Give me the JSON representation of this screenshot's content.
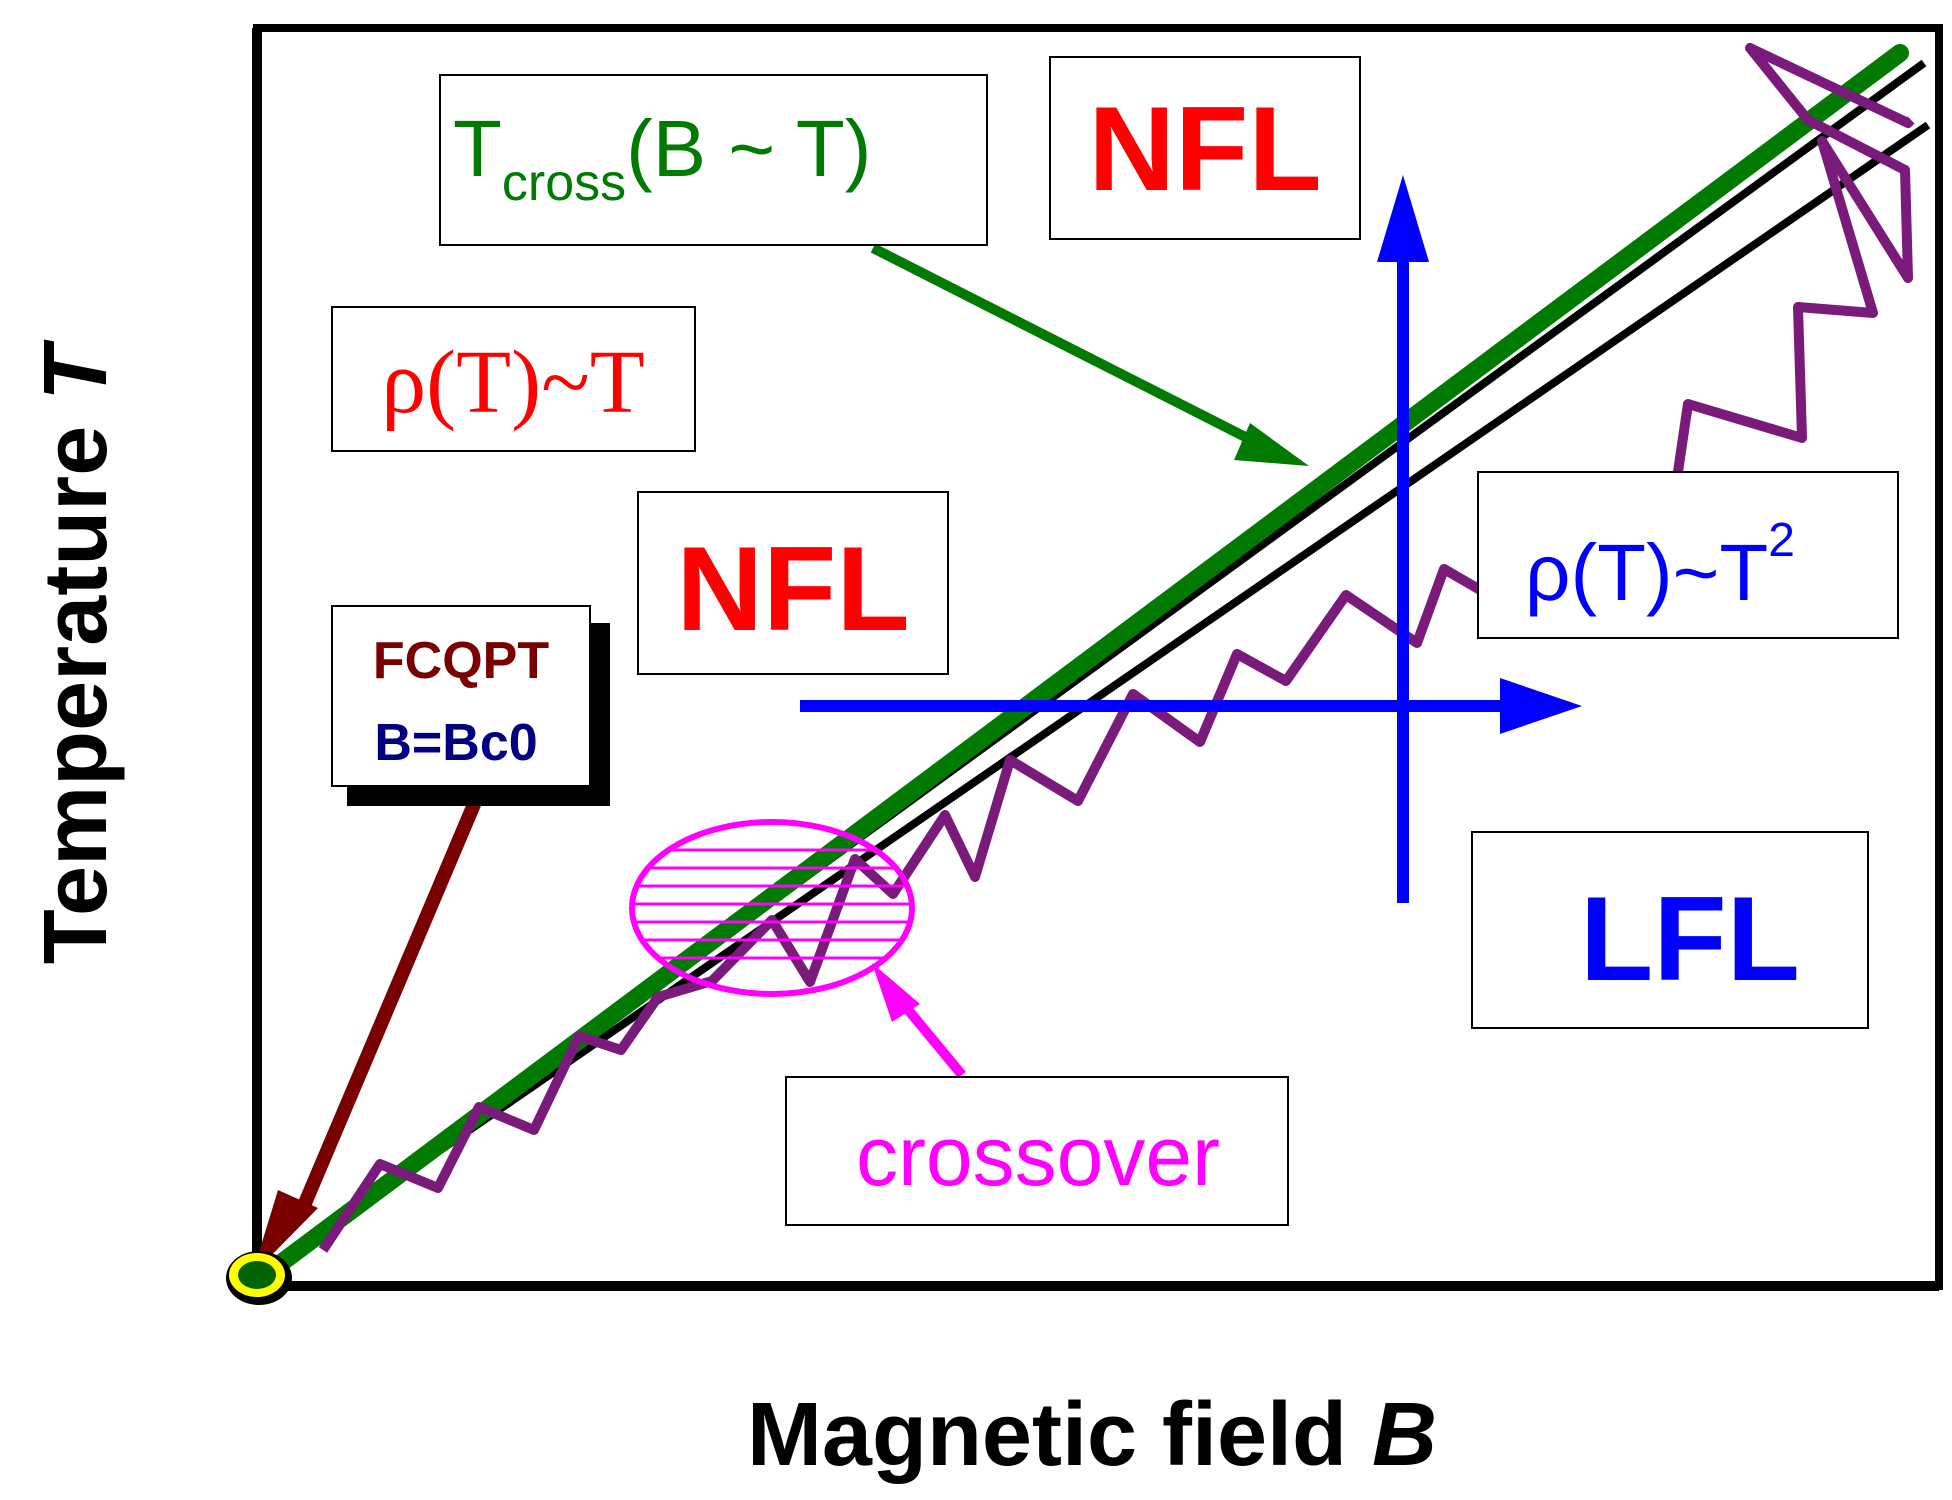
{
  "axes": {
    "y_label_main": "Temperature ",
    "y_label_var": "T",
    "x_label_main": "Magnetic field ",
    "x_label_var": "B"
  },
  "labels": {
    "tcross_main": "T",
    "tcross_sub": "cross",
    "tcross_rest": "(B ~ T)",
    "nfl_top": "NFL",
    "nfl_mid": "NFL",
    "rho_linear": "ρ(T)~T",
    "rho_square_base": "ρ(T)~T",
    "rho_square_exp": "2",
    "fcqpt": "FCQPT",
    "bc0": "B=Bc0",
    "lfl": "LFL",
    "crossover": "crossover"
  },
  "colors": {
    "frame": "#000000",
    "tcross_line": "#007a00",
    "zigzag": "#7a1a7a",
    "nfl": "#ff0000",
    "rho_linear": "#ff0000",
    "blue": "#0000ff",
    "fcqpt": "#7a0000",
    "bc0": "#000080",
    "crossover": "#ff00ff",
    "point_fill": "#006400",
    "point_ring": "#ffff00"
  }
}
